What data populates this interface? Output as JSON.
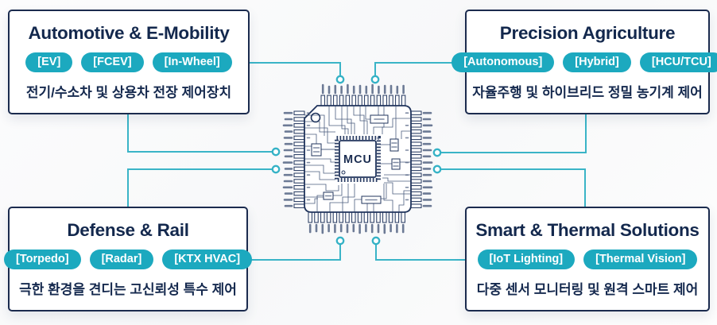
{
  "diagram": {
    "chip": {
      "label": "MCU"
    },
    "boxes": [
      {
        "title": "Automotive & E-Mobility",
        "tags": [
          "[EV]",
          "[FCEV]",
          "[In-Wheel]"
        ],
        "description": "전기/수소차 및 상용차 전장 제어장치"
      },
      {
        "title": "Precision Agriculture",
        "tags": [
          "[Autonomous]",
          "[Hybrid]",
          "[HCU/TCU]"
        ],
        "description": "자율주행 및 하이브리드 정밀 농기계 제어"
      },
      {
        "title": "Defense & Rail",
        "tags": [
          "[Torpedo]",
          "[Radar]",
          "[KTX HVAC]"
        ],
        "description": "극한 환경을 견디는 고신뢰성 특수 제어"
      },
      {
        "title": "Smart & Thermal Solutions",
        "tags": [
          "[IoT Lighting]",
          "[Thermal Vision]"
        ],
        "description": "다중 센서 모니터링 및 원격 스마트 제어"
      }
    ],
    "colors": {
      "navy": "#15294e",
      "pill_teal": "#1ca9bf",
      "line_teal": "#3ab4c7",
      "background": "#fbfbfb"
    }
  }
}
